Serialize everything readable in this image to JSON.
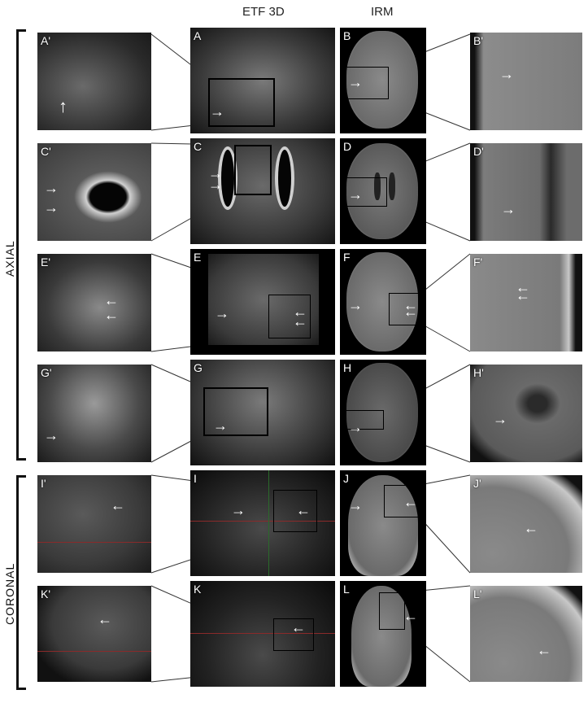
{
  "headers": {
    "col1": "ETF 3D",
    "col2": "IRM"
  },
  "groups": {
    "axial": "AXIAL",
    "coronal": "CORONAL"
  },
  "panels": {
    "Ap": "A'",
    "A": "A",
    "B": "B",
    "Bp": "B'",
    "Cp": "C'",
    "C": "C",
    "D": "D",
    "Dp": "D'",
    "Ep": "E'",
    "E": "E",
    "F": "F",
    "Fp": "F'",
    "Gp": "G'",
    "G": "G",
    "H": "H",
    "Hp": "H'",
    "Ip": "I'",
    "I": "I",
    "J": "J",
    "Jp": "J'",
    "Kp": "K'",
    "K": "K",
    "L": "L",
    "Lp": "L'"
  },
  "arrow_glyphs": {
    "left": "←",
    "right": "→",
    "up": "↑"
  }
}
